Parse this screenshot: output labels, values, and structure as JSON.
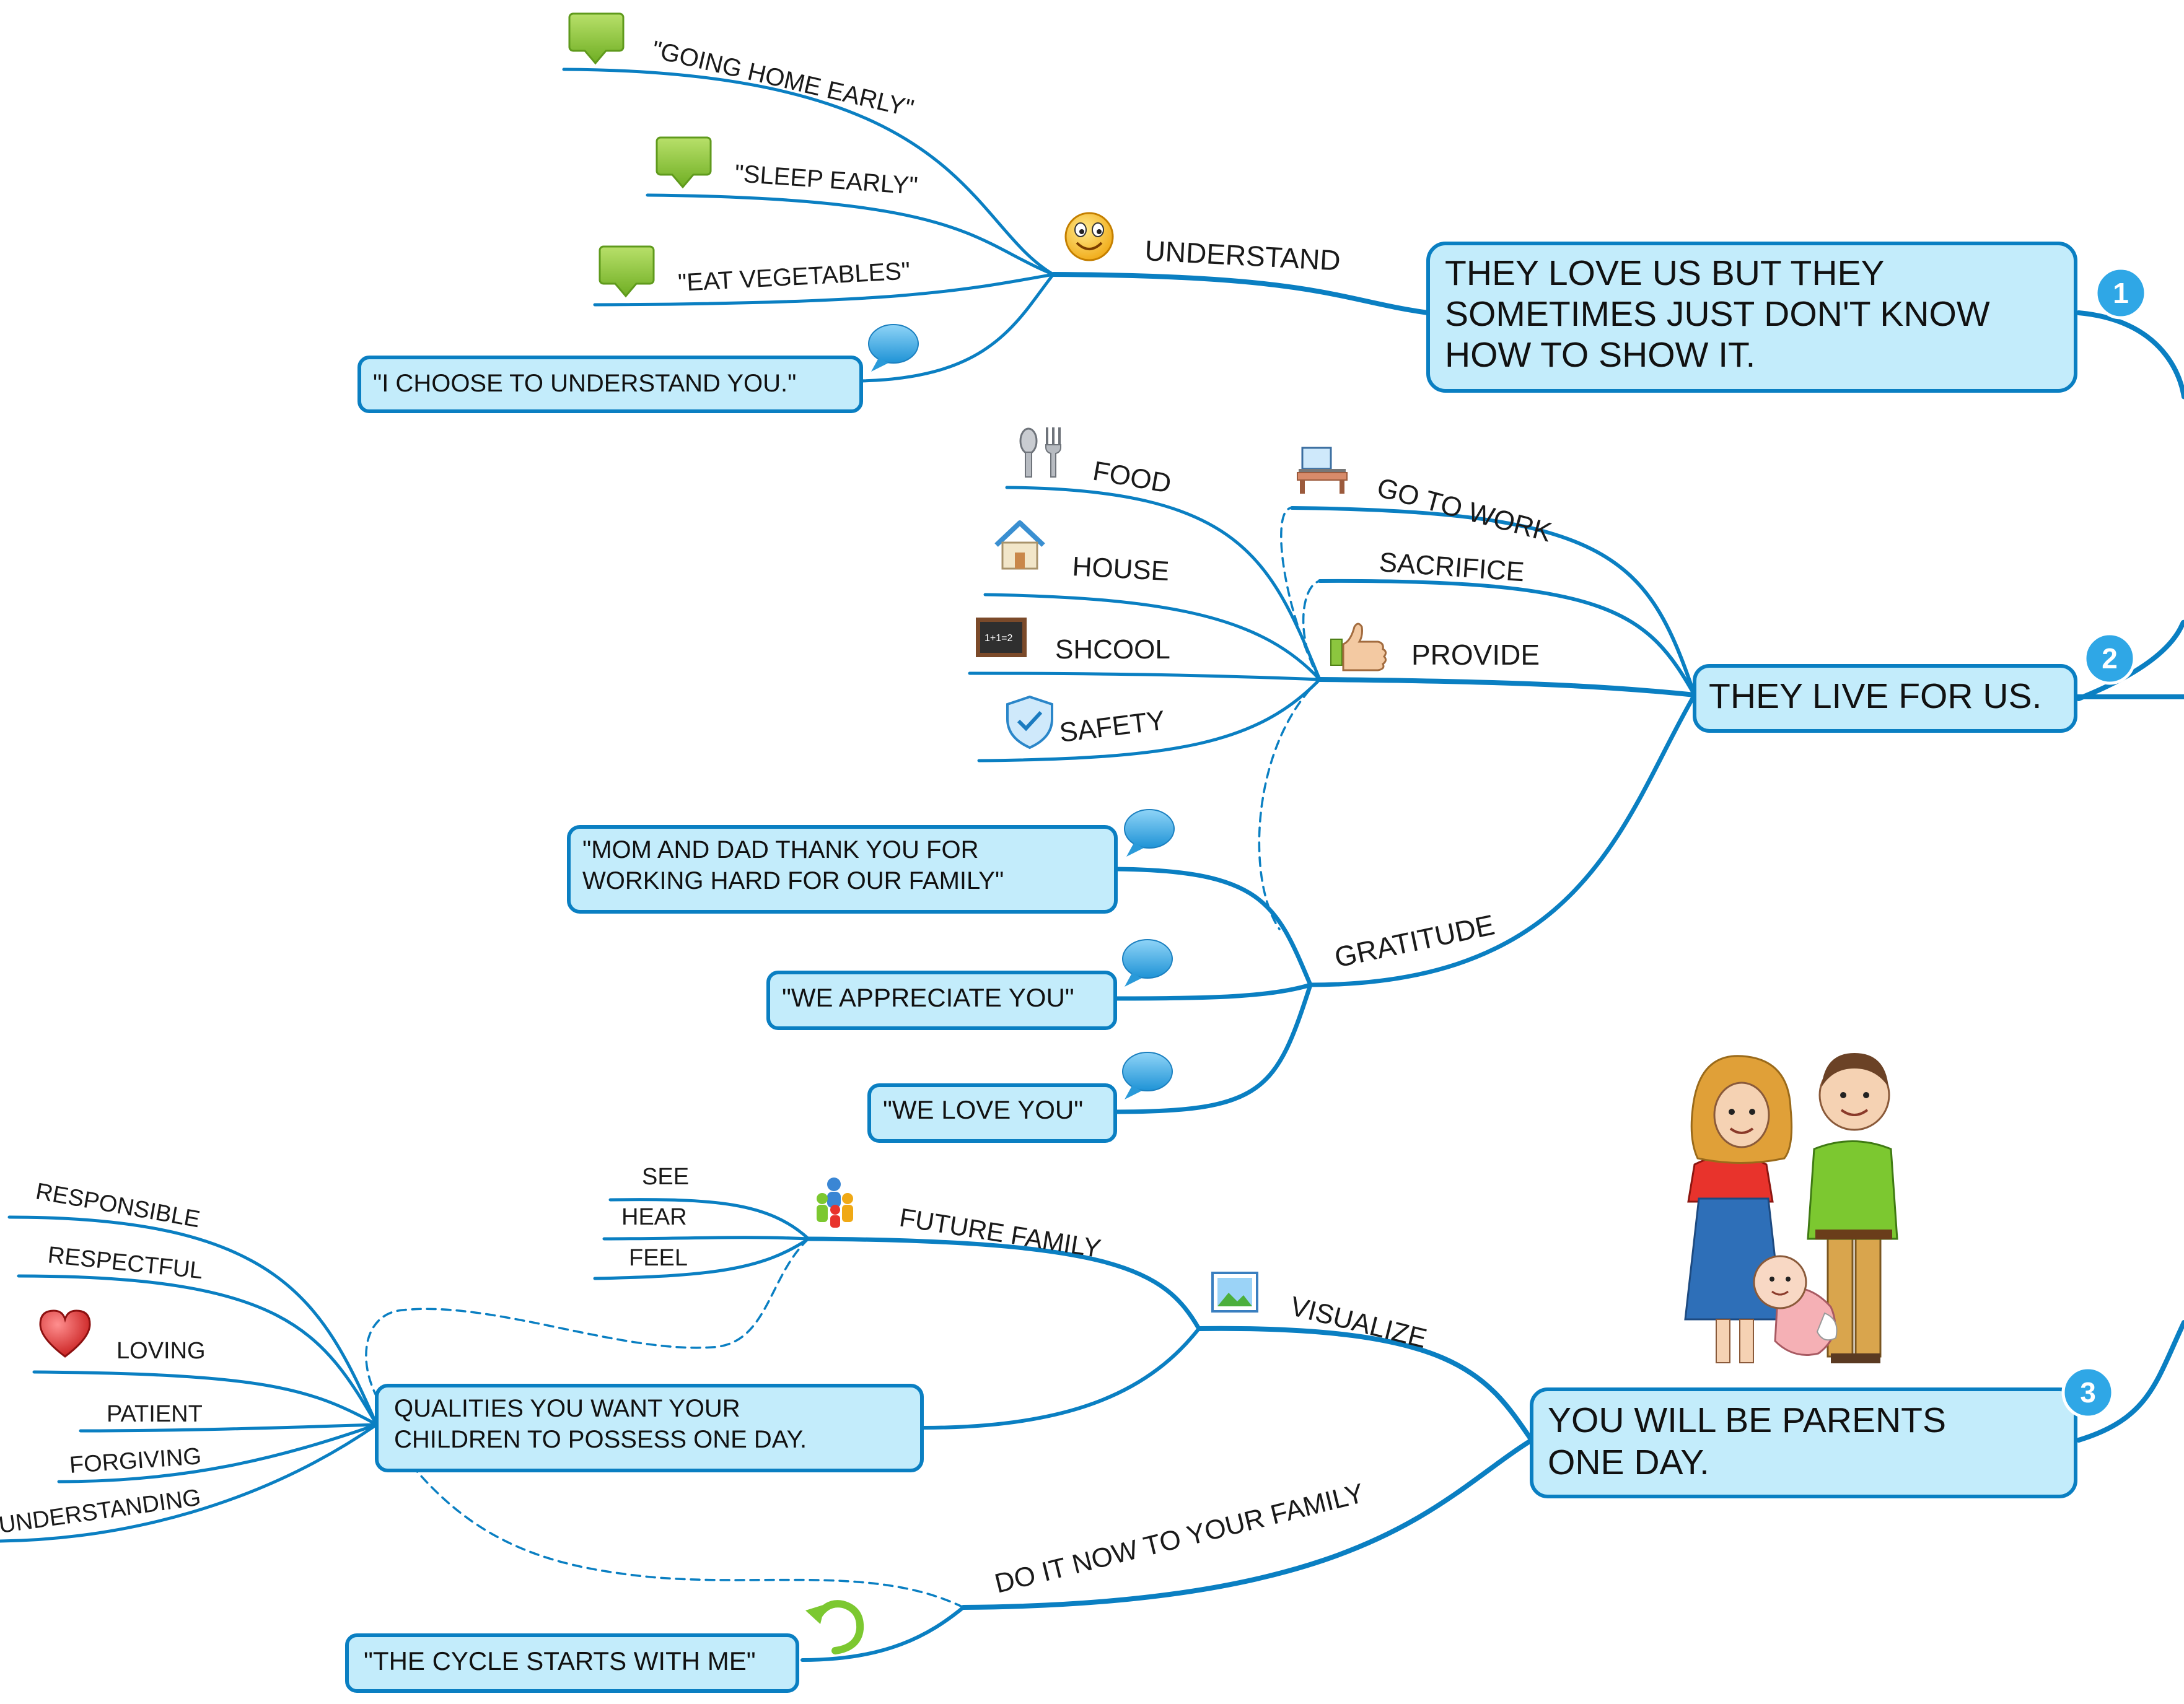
{
  "center_topics": [
    {
      "badge": "1",
      "lines": [
        "THEY LOVE US BUT THEY",
        "SOMETIMES JUST DON'T KNOW",
        "HOW TO SHOW IT."
      ]
    },
    {
      "badge": "2",
      "lines": [
        "THEY LIVE FOR US."
      ]
    },
    {
      "badge": "3",
      "lines": [
        "YOU WILL BE PARENTS",
        "ONE DAY."
      ]
    }
  ],
  "understand": {
    "label": "UNDERSTAND",
    "going_home": "\"GOING HOME EARLY\"",
    "sleep_early": "\"SLEEP EARLY\"",
    "eat_vegetables": "\"EAT VEGETABLES\"",
    "choose_box": [
      "\"I CHOOSE TO UNDERSTAND YOU.\""
    ]
  },
  "live_for_us": {
    "go_to_work": "GO TO WORK",
    "sacrifice": "SACRIFICE",
    "provide": "PROVIDE",
    "food": "FOOD",
    "house": "HOUSE",
    "school": "SHCOOL",
    "safety": "SAFETY",
    "gratitude": "GRATITUDE",
    "thank_box": [
      "\"MOM AND DAD THANK YOU FOR",
      "WORKING HARD FOR OUR FAMILY\""
    ],
    "appreciate_box": [
      "\"WE APPRECIATE YOU\""
    ],
    "love_box": [
      "\"WE LOVE YOU\""
    ]
  },
  "parents": {
    "visualize": "VISUALIZE",
    "future_family": "FUTURE FAMILY",
    "see": "SEE",
    "hear": "HEAR",
    "feel": "FEEL",
    "qualities_box": [
      "QUALITIES YOU WANT YOUR",
      "CHILDREN TO POSSESS ONE DAY."
    ],
    "responsible": "RESPONSIBLE",
    "respectful": "RESPECTFUL",
    "loving": "LOVING",
    "patient": "PATIENT",
    "forgiving": "FORGIVING",
    "understanding": "UNDERSTANDING",
    "do_it_now": "DO IT NOW TO YOUR FAMILY",
    "cycle_box": [
      "\"THE CYCLE STARTS WITH ME\""
    ]
  },
  "colors": {
    "link": "#0a7fc2",
    "box_fill": "#c3ecfb",
    "badge": "#2fa7e6",
    "flag_green": "#8cc63f",
    "bubble_blue": "#3aa9e6"
  },
  "icons": [
    "smiley-icon",
    "green-flag-icon",
    "speech-bubble-icon",
    "fork-spoon-icon",
    "house-icon",
    "blackboard-icon",
    "shield-icon",
    "desk-computer-icon",
    "thumbs-up-icon",
    "family-group-icon",
    "picture-icon",
    "heart-icon",
    "undo-arrow-icon",
    "family-illustration"
  ]
}
